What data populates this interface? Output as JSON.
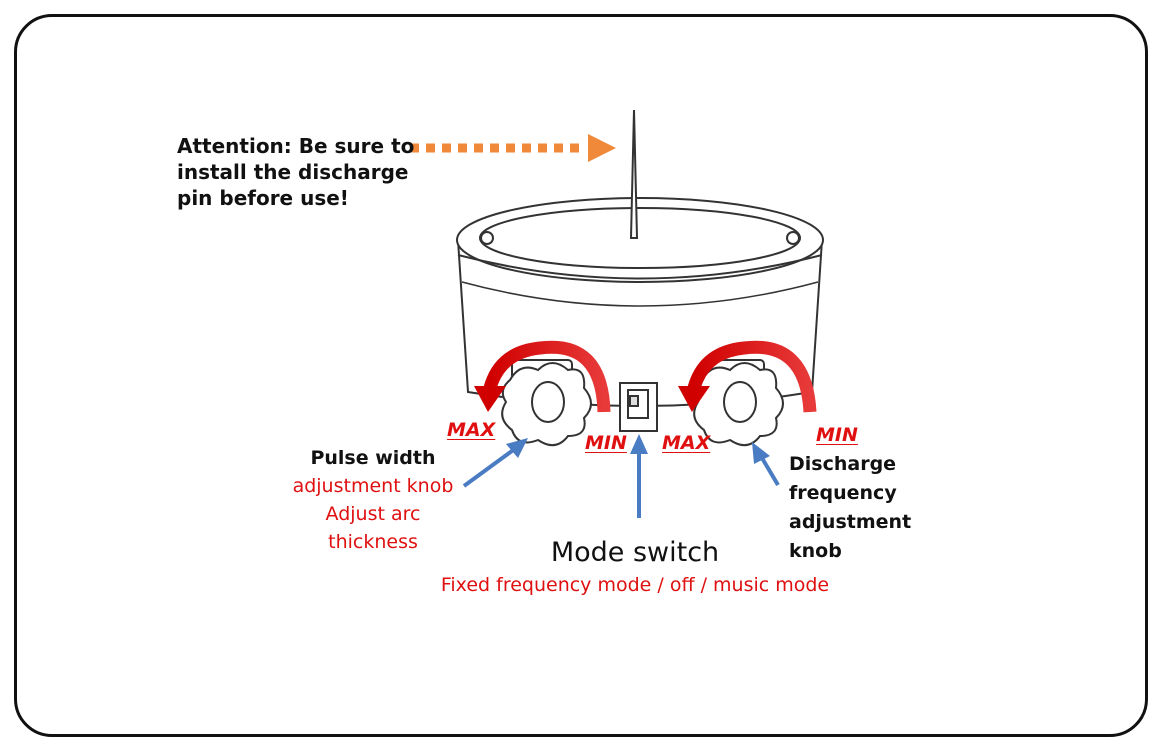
{
  "attention": {
    "lines": [
      "Attention: Be sure to",
      "install the discharge",
      "pin before use!"
    ]
  },
  "pulse_knob": {
    "title": "Pulse width",
    "lines": [
      "adjustment knob",
      "Adjust arc",
      "thickness"
    ]
  },
  "freq_knob": {
    "lines": [
      "Discharge",
      "frequency",
      "adjustment",
      "knob"
    ]
  },
  "mode_switch": {
    "title": "Mode switch",
    "subtitle": "Fixed frequency mode / off / music mode"
  },
  "labels": {
    "left_max": "MAX",
    "left_min": "MIN",
    "right_max": "MAX",
    "right_min": "MIN"
  },
  "colors": {
    "accent_red": "#e01010",
    "arrow_blue": "#4a7cc4",
    "arrow_orange": "#f08a3a"
  }
}
